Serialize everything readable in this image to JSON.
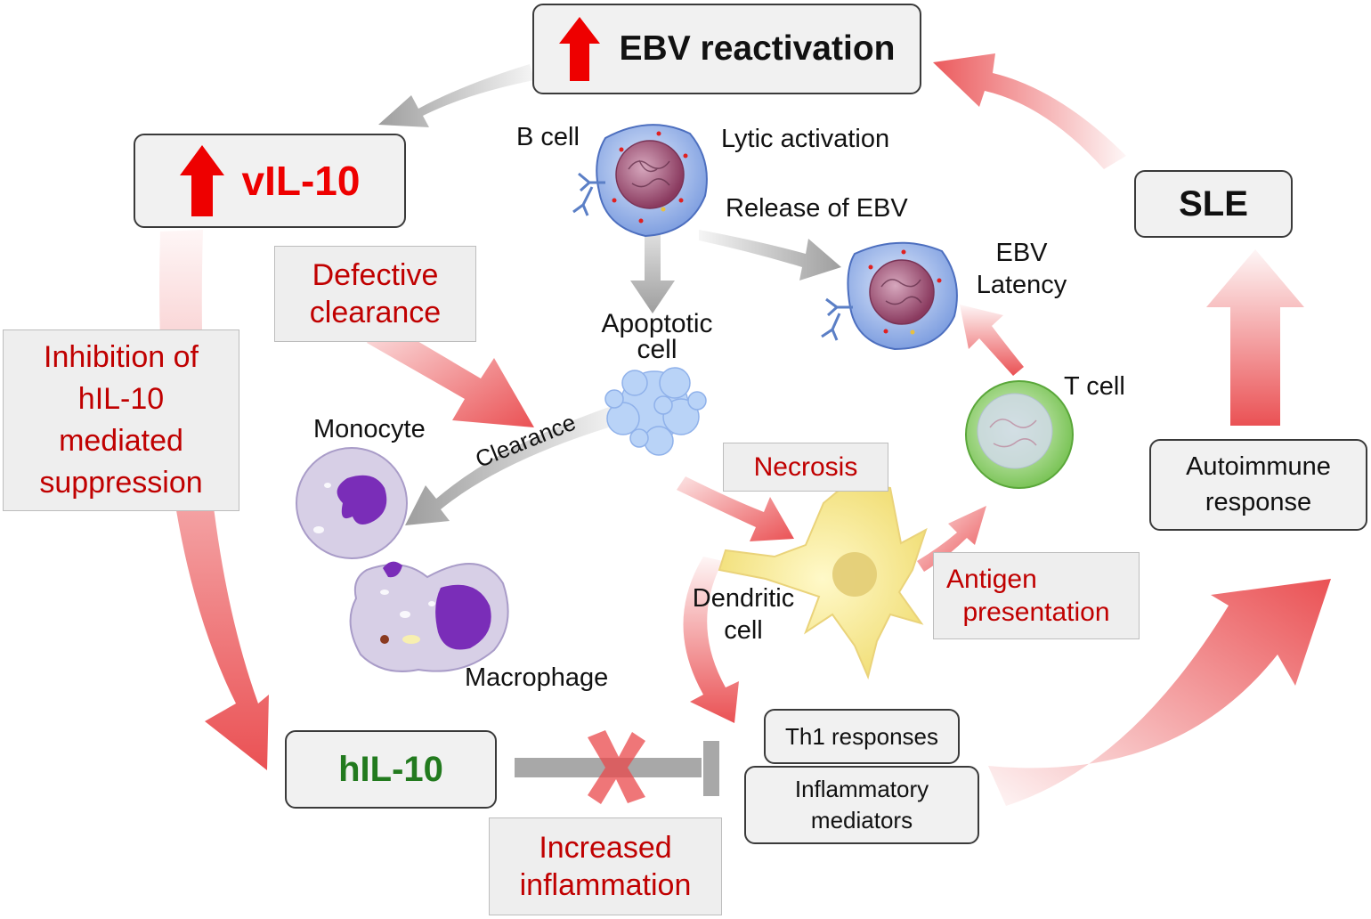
{
  "colors": {
    "red_label": "#c00000",
    "green_label": "#227a1e",
    "up_arrow": "#ee0000",
    "flow_arrow_red": "#e9484b",
    "flow_arrow_gray": "#9e9e9e"
  },
  "top_box": {
    "icon": "up-arrow-icon",
    "label": "EBV reactivation"
  },
  "vil10_box": {
    "icon": "up-arrow-icon",
    "label": "vIL-10"
  },
  "sle_box": {
    "label": "SLE"
  },
  "hil10_box": {
    "label": "hIL-10"
  },
  "autoimmune_box": {
    "line1": "Autoimmune",
    "line2": "response"
  },
  "th1_box": {
    "label": "Th1 responses"
  },
  "mediators_box": {
    "line1": "Inflammatory",
    "line2": "mediators"
  },
  "notes": {
    "defective_clearance": {
      "line1": "Defective",
      "line2": "clearance"
    },
    "inhibition": {
      "line1": "Inhibition of",
      "line2": "hIL-10",
      "line3": "mediated",
      "line4": "suppression"
    },
    "necrosis": "Necrosis",
    "antigen_presentation": {
      "line1": "Antigen",
      "line2": "presentation"
    },
    "increased_inflammation": {
      "line1": "Increased",
      "line2": "inflammation"
    }
  },
  "labels": {
    "b_cell": "B cell",
    "lytic_activation": "Lytic activation",
    "release_of_ebv": "Release of EBV",
    "ebv_latency": {
      "line1": "EBV",
      "line2": "Latency"
    },
    "apoptotic_cell": {
      "line1": "Apoptotic",
      "line2": "cell"
    },
    "t_cell": "T cell",
    "monocyte": "Monocyte",
    "clearance": "Clearance",
    "dendritic_cell": {
      "line1": "Dendritic",
      "line2": "cell"
    },
    "macrophage": "Macrophage"
  },
  "cells": [
    "b-cell",
    "latent-b-cell",
    "apoptotic-cell",
    "t-cell",
    "monocyte",
    "macrophage",
    "dendritic-cell"
  ]
}
